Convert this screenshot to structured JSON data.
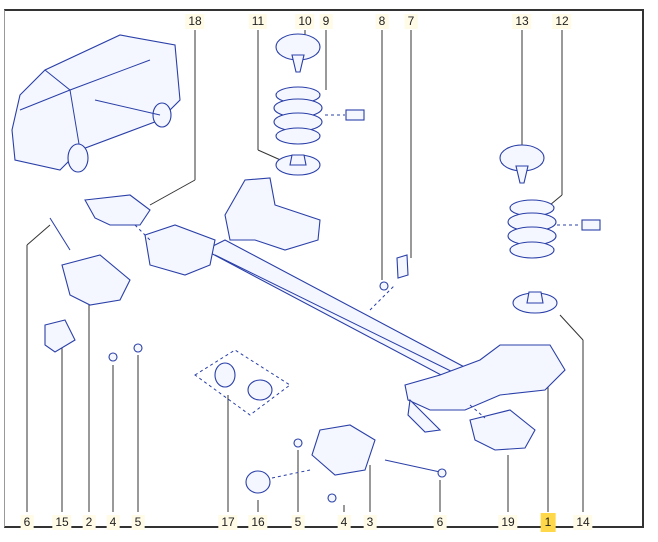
{
  "top_labels": [
    "18",
    "11",
    "10",
    "9",
    "8",
    "7",
    "13",
    "12"
  ],
  "bottom_labels": [
    "6",
    "15",
    "2",
    "4",
    "5",
    "17",
    "16",
    "5",
    "4",
    "3",
    "6",
    "19",
    "1",
    "14"
  ],
  "selected_label": "1",
  "colors": {
    "line": "#2a3fa8",
    "highlight": "#ffd84a"
  }
}
